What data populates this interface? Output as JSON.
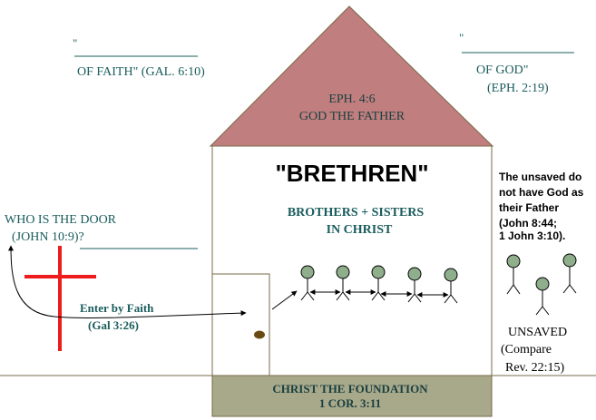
{
  "colors": {
    "roof": "#c07e7e",
    "foundation": "#a8a88a",
    "teal_text": "#1a5c5c",
    "cross": "#ee1c1c",
    "head": "#8fae8b",
    "door_knob": "#6b4a12"
  },
  "top_left_blank": {
    "quote": "\"",
    "text": "OF FAITH\"  (GAL. 6:10)"
  },
  "top_right_blank": {
    "quote": "\"",
    "text": "OF GOD\"",
    "ref": "(EPH. 2:19)"
  },
  "roof": {
    "line1": "EPH. 4:6",
    "line2": "GOD THE FATHER"
  },
  "house": {
    "title": "\"BRETHREN\"",
    "subtitle_line1": "BROTHERS + SISTERS",
    "subtitle_line2": "IN CHRIST"
  },
  "door_question": {
    "line1": "WHO IS THE DOOR",
    "line2": "(JOHN 10:9)?"
  },
  "enter": {
    "line1": "Enter by Faith",
    "line2": "(Gal 3:26)"
  },
  "foundation": {
    "line1": "CHRIST THE FOUNDATION",
    "line2": "1 COR. 3:11"
  },
  "unsaved_note": {
    "line1": "The unsaved do",
    "line2": "not have God as",
    "line3": "their Father",
    "line4": "(John 8:44;",
    "line5": "1 John 3:10)."
  },
  "unsaved_label": {
    "line1": "UNSAVED",
    "line2": "(Compare",
    "line3": "Rev. 22:15)"
  }
}
